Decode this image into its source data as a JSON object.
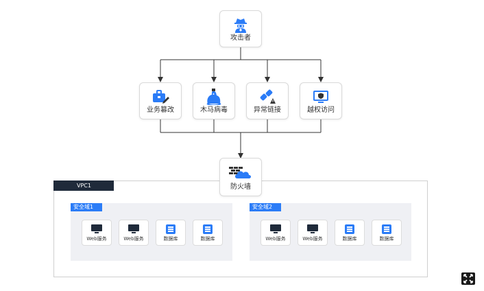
{
  "attacker": {
    "label": "攻击者",
    "icon": "hacker-icon"
  },
  "threats": [
    {
      "label": "业务篡改",
      "icon": "briefcase-edit-icon"
    },
    {
      "label": "木马病毒",
      "icon": "trojan-horse-icon"
    },
    {
      "label": "异常链接",
      "icon": "broken-link-icon"
    },
    {
      "label": "越权访问",
      "icon": "monitor-shield-icon"
    }
  ],
  "firewall": {
    "label": "防火墙",
    "icon": "firewall-cloud-icon"
  },
  "vpc": {
    "label": "VPC1"
  },
  "zones": [
    {
      "tag": "安全域1",
      "servers": [
        {
          "label": "Web服务",
          "icon": "monitor-icon"
        },
        {
          "label": "Web服务",
          "icon": "monitor-icon"
        },
        {
          "label": "数据库",
          "icon": "database-icon"
        },
        {
          "label": "数据库",
          "icon": "database-icon"
        }
      ]
    },
    {
      "tag": "安全域2",
      "servers": [
        {
          "label": "Web服务",
          "icon": "monitor-icon"
        },
        {
          "label": "Web服务",
          "icon": "monitor-icon"
        },
        {
          "label": "数据库",
          "icon": "database-icon"
        },
        {
          "label": "数据库",
          "icon": "database-icon"
        }
      ]
    }
  ],
  "colors": {
    "accent": "#2b7cf7",
    "dark": "#1f2a3a",
    "zone_bg": "#eff0f4",
    "line": "#333333"
  }
}
